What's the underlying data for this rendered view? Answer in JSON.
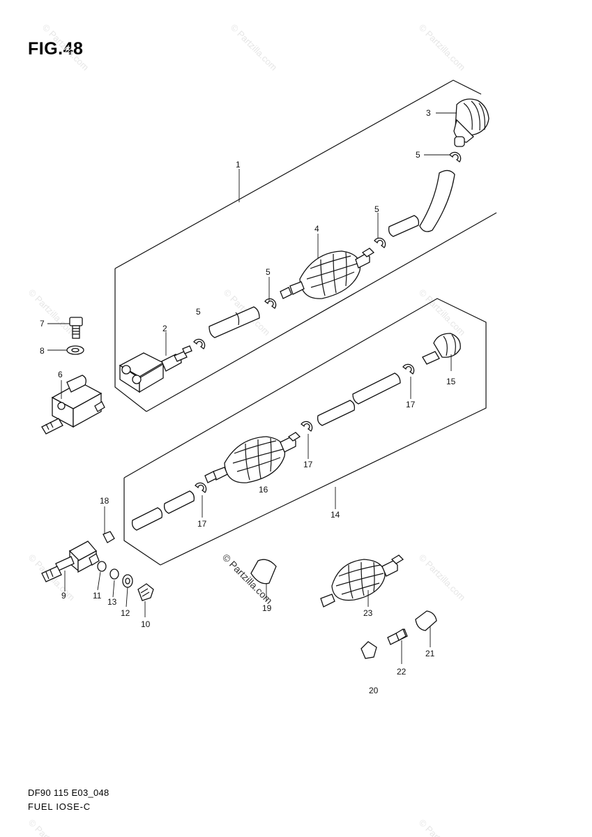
{
  "figure": {
    "title": "FIG.48",
    "code": "DF90 115 E03_048",
    "caption": "FUEL  IOSE-C"
  },
  "watermark": {
    "text": "© Partzilla.com"
  },
  "callouts": {
    "c1": "1",
    "c2": "2",
    "c3": "3",
    "c4": "4",
    "c5a": "5",
    "c5b": "5",
    "c5c": "5",
    "c5d": "5",
    "c6": "6",
    "c7": "7",
    "c8": "8",
    "c9": "9",
    "c10": "10",
    "c11": "11",
    "c12": "12",
    "c13": "13",
    "c14": "14",
    "c15": "15",
    "c16": "16",
    "c17a": "17",
    "c17b": "17",
    "c17c": "17",
    "c18": "18",
    "c19": "19",
    "c20": "20",
    "c21": "21",
    "c22": "22",
    "c23": "23"
  }
}
